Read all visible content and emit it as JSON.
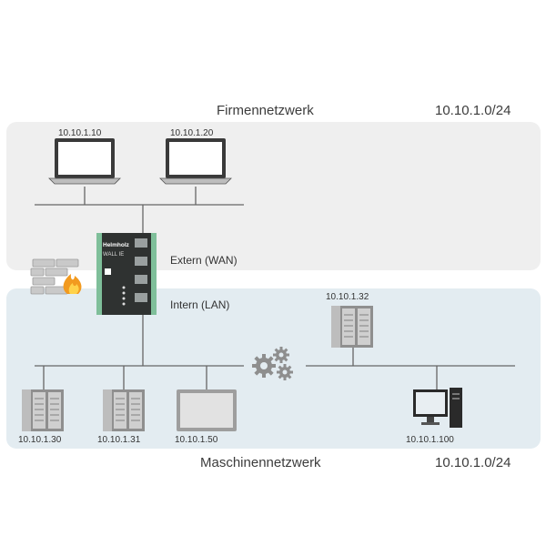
{
  "zones": {
    "company": {
      "name": "Firmennetzwerk",
      "subnet": "10.10.1.0/24",
      "color": "#efefef"
    },
    "machine": {
      "name": "Maschinennetzwerk",
      "subnet": "10.10.1.0/24",
      "color": "#e3ecf1"
    }
  },
  "device": {
    "brand": "Helmholz",
    "model": "WALL IE",
    "wan_label": "Extern (WAN)",
    "lan_label": "Intern (LAN)"
  },
  "nodes": {
    "laptop_1": "10.10.1.10",
    "laptop_2": "10.10.1.20",
    "plc_1": "10.10.1.30",
    "plc_2": "10.10.1.31",
    "hmi": "10.10.1.50",
    "plc_3": "10.10.1.32",
    "pc": "10.10.1.100"
  },
  "icons": [
    "laptop-icon",
    "firewall-icon",
    "plc-icon",
    "hmi-panel-icon",
    "gears-icon",
    "desktop-pc-icon"
  ],
  "colors": {
    "line": "#666666",
    "device_body": "#2f3231",
    "accent": "#7fbf9a",
    "flame": "#f29a1f"
  }
}
